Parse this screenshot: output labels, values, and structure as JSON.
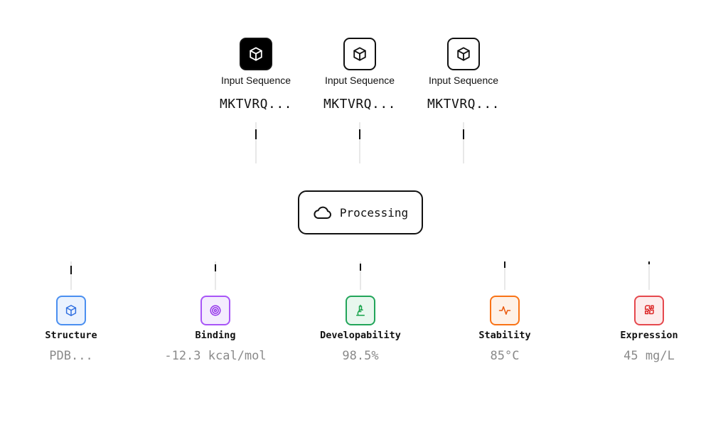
{
  "inputs": [
    {
      "label": "Input Sequence",
      "sequence": "MKTVRQ...",
      "icon": "cube-icon",
      "active": true
    },
    {
      "label": "Input Sequence",
      "sequence": "MKTVRQ...",
      "icon": "cube-icon",
      "active": false
    },
    {
      "label": "Input Sequence",
      "sequence": "MKTVRQ...",
      "icon": "cube-icon",
      "active": false
    }
  ],
  "processing": {
    "label": "Processing",
    "icon": "cloud-icon"
  },
  "outputs": [
    {
      "label": "Structure",
      "value": "PDB...",
      "icon": "cube-icon",
      "color": "#4a8ff0",
      "bg": "#eaf2fe"
    },
    {
      "label": "Binding",
      "value": "-12.3 kcal/mol",
      "icon": "target-icon",
      "color": "#a855f7",
      "bg": "#f4ecfe"
    },
    {
      "label": "Developability",
      "value": "98.5%",
      "icon": "microscope-icon",
      "color": "#22a55a",
      "bg": "#e8f7ee"
    },
    {
      "label": "Stability",
      "value": "85°C",
      "icon": "activity-icon",
      "color": "#f97316",
      "bg": "#fef1e7"
    },
    {
      "label": "Expression",
      "value": "45 mg/L",
      "icon": "puzzle-icon",
      "color": "#e5484d",
      "bg": "#fdecec"
    }
  ]
}
